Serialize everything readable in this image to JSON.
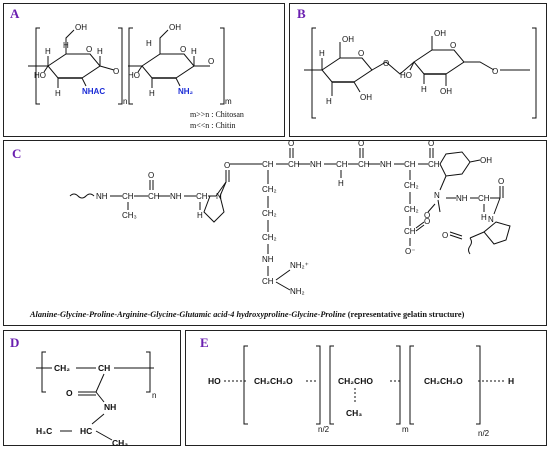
{
  "panels": {
    "a": {
      "label": "A",
      "monomer1_sub": "NHAC",
      "monomer2_sub": "NH₂",
      "index_n": "n",
      "index_m": "m",
      "note1": "m>>n : Chitosan",
      "note2": "m<<n : Chitin"
    },
    "b": {
      "label": "B"
    },
    "c": {
      "label": "C",
      "caption_main": "Alanine-Glycine-Proline-Arginine-Glycine-Glutamic acid-4 hydroxyproline-Glycine-Proline",
      "caption_suffix": " (representative gelatin structure)"
    },
    "d": {
      "label": "D",
      "index": "n"
    },
    "e": {
      "label": "E",
      "start": "HO",
      "end": "H",
      "unit": "CH₂CH₂O",
      "unit_mid": "CH₂CHO",
      "methyl": "CH₃",
      "idx1": "n/2",
      "idx2": "m",
      "idx3": "n/2"
    }
  },
  "atoms": {
    "OH": "OH",
    "HO": "HO",
    "H": "H",
    "O": "O",
    "NH": "NH",
    "N": "N",
    "CH": "CH",
    "CH2": "CH₂",
    "CH3": "CH₃",
    "H3C": "H₃C",
    "HC": "HC",
    "NH2": "NH₂",
    "Ominus": "O⁻",
    "NH2plus": "NH₂⁺"
  },
  "colors": {
    "label": "#6a1fb0",
    "amine": "#1a2bd6",
    "line": "#111111"
  }
}
